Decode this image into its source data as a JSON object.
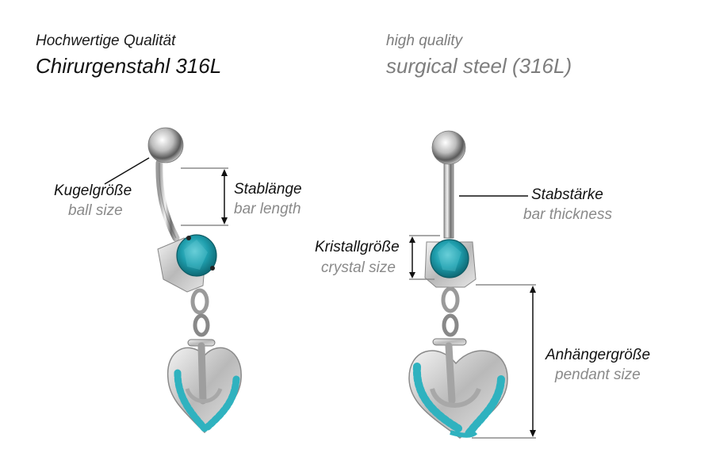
{
  "header": {
    "left": {
      "line1": "Hochwertige Qualität",
      "line2": "Chirurgenstahl 316L"
    },
    "right": {
      "line1": "high quality",
      "line2": "surgical steel (316L)"
    }
  },
  "left_item": {
    "labels": {
      "ball": {
        "de": "Kugelgröße",
        "en": "ball size"
      },
      "bar_length": {
        "de": "Stablänge",
        "en": "bar length"
      }
    }
  },
  "right_item": {
    "labels": {
      "bar_thickness": {
        "de": "Stabstärke",
        "en": "bar thickness"
      },
      "crystal": {
        "de": "Kristallgröße",
        "en": "crystal size"
      },
      "pendant": {
        "de": "Anhängergröße",
        "en": "pendant size"
      }
    }
  },
  "colors": {
    "crystal": "#1f9fae",
    "steel": "#c8c8c8",
    "dimension_line": "#8c8c8c",
    "arrow": "#111111"
  }
}
